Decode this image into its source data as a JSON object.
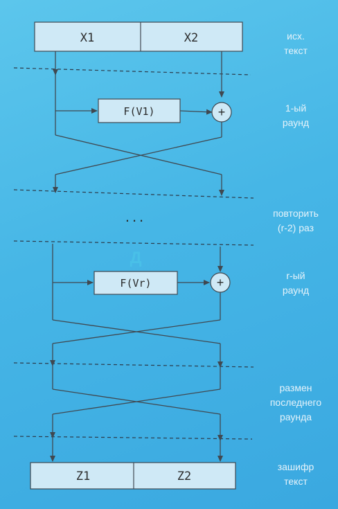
{
  "colors": {
    "background": "#46b6e6",
    "line": "#404850",
    "box_fill": "#cfe9f6",
    "dashed": "#2c3a4a",
    "label_text": "#e6f3fa",
    "marker_text": "#49c0e8"
  },
  "top_block": {
    "left": "X1",
    "right": "X2"
  },
  "round1_func": "F(V1)",
  "roundr_func": "F(Vr)",
  "xor_symbol": "+",
  "ellipsis": "...",
  "marker": "Д",
  "bottom_block": {
    "left": "Z1",
    "right": "Z2"
  },
  "side_labels": {
    "source_text": [
      "исх.",
      "текст"
    ],
    "round1": [
      "1-ый",
      "раунд"
    ],
    "repeat": [
      "повторить",
      "(r-2) раз"
    ],
    "roundr": [
      "r-ый",
      "раунд"
    ],
    "last_swap": [
      "размен",
      "последнего",
      "раунда"
    ],
    "cipher_text": [
      "зашифр",
      "текст"
    ]
  }
}
